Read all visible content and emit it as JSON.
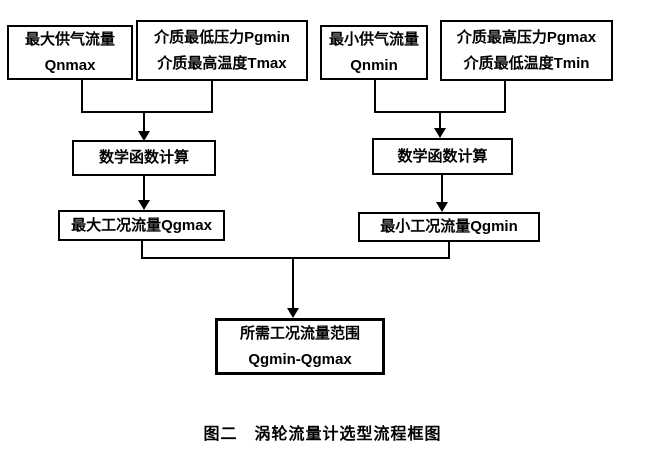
{
  "diagram": {
    "title_caption": "图二　涡轮流量计选型流程框图",
    "boxes": {
      "max_supply_flow": {
        "line1": "最大供气流量",
        "line2": "Qnmax"
      },
      "min_pressure_max_temp": {
        "line1": "介质最低压力Pgmin",
        "line2": "介质最高温度Tmax"
      },
      "min_supply_flow": {
        "line1": "最小供气流量",
        "line2": "Qnmin"
      },
      "max_pressure_min_temp": {
        "line1": "介质最高压力Pgmax",
        "line2": "介质最低温度Tmin"
      },
      "math_calc_left": {
        "line1": "数学函数计算"
      },
      "math_calc_right": {
        "line1": "数学函数计算"
      },
      "max_working_flow": {
        "line1": "最大工况流量Qgmax"
      },
      "min_working_flow": {
        "line1": "最小工况流量Qgmin"
      },
      "result_range": {
        "line1": "所需工况流量范围",
        "line2": "Qgmin-Qgmax"
      }
    },
    "colors": {
      "line": "#000000",
      "text": "#000000",
      "background": "#ffffff"
    }
  }
}
